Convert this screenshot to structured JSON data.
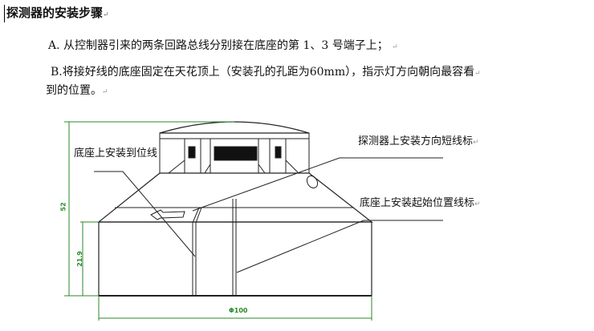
{
  "heading": {
    "title": "探测器的安装步骤",
    "para_mark": "↵"
  },
  "steps": {
    "a": "A. 从控制器引来的两条回路总线分别接在底座的第 1、3 号端子上；",
    "b": "B.将接好线的底座固定在天花顶上（安装孔的孔距为60mm），指示灯方向朝向最容看",
    "b_cont": "到的位置。"
  },
  "diagram": {
    "labels": {
      "base_installed_line": "底座上安装到位线",
      "detector_direction_mark": "探测器上安装方向短线标",
      "base_start_position_mark": "底座上安装起始位置线标"
    },
    "dimensions": {
      "total_height": "52",
      "base_height": "21.9",
      "diameter": "Φ100"
    },
    "colors": {
      "dimension": "#2a8a2a",
      "outline": "#222222"
    }
  }
}
